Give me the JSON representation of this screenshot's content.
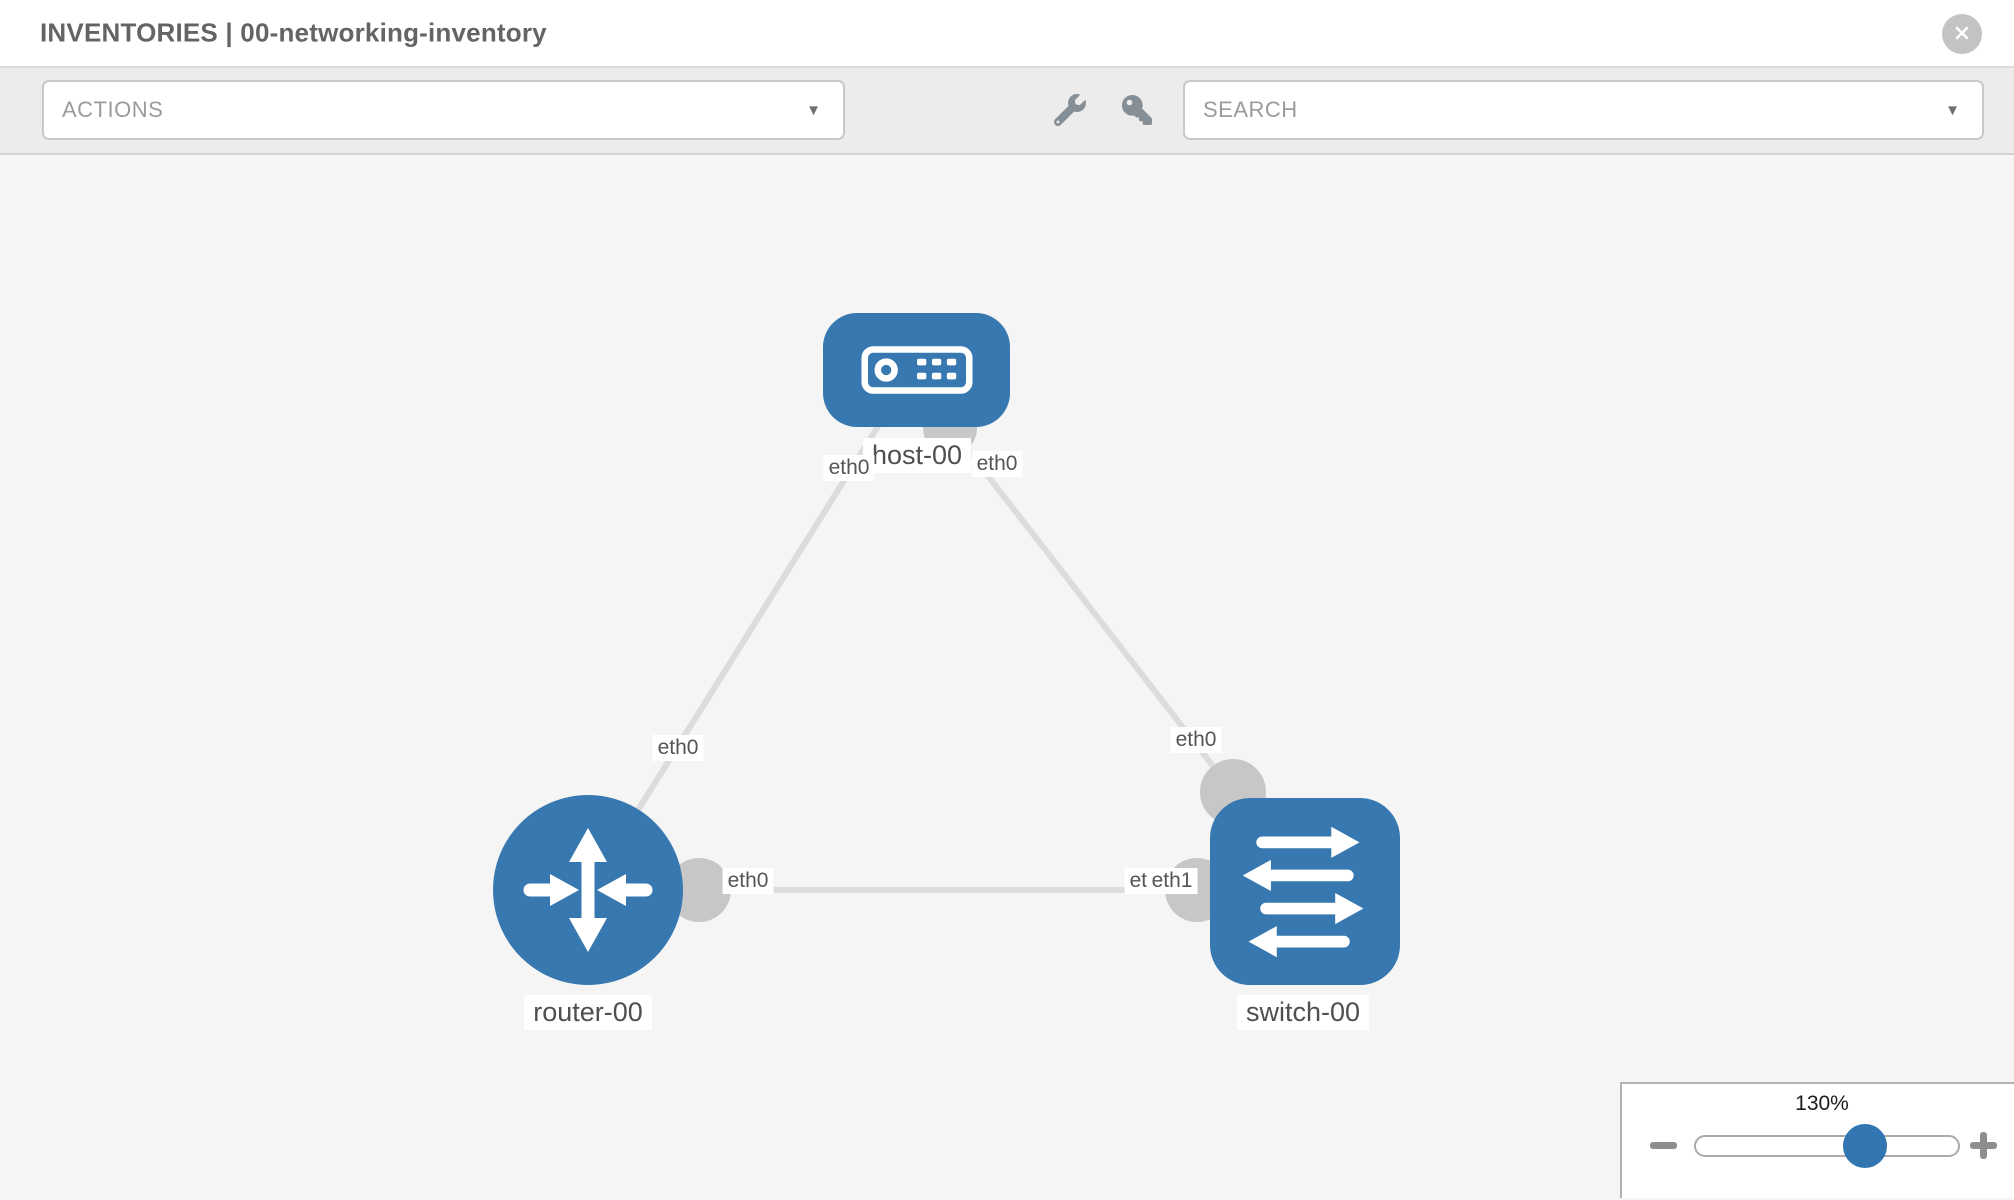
{
  "header": {
    "title": "INVENTORIES | 00-networking-inventory",
    "close_glyph": "✕"
  },
  "toolbar": {
    "actions_dropdown": {
      "label": "ACTIONS",
      "caret_glyph": "▼"
    },
    "search_dropdown": {
      "label": "SEARCH",
      "caret_glyph": "▼"
    },
    "wrench_icon": "wrench",
    "key_icon": "key"
  },
  "topology": {
    "nodes": [
      {
        "name": "host-00",
        "type": "host",
        "icon": "host-device-icon"
      },
      {
        "name": "router-00",
        "type": "router",
        "icon": "router-arrows-icon"
      },
      {
        "name": "switch-00",
        "type": "switch",
        "icon": "switch-arrows-icon"
      }
    ],
    "links": [
      {
        "source": "router-00",
        "source_interface": "eth0",
        "target": "host-00",
        "target_interface": "eth0"
      },
      {
        "source": "host-00",
        "source_interface": "eth0",
        "target": "switch-00",
        "target_interface": "eth0"
      },
      {
        "source": "router-00",
        "source_interface": "eth0",
        "target": "switch-00",
        "target_interface": "eth1"
      }
    ],
    "interface_labels": {
      "host_left": "eth0",
      "host_right": "eth0",
      "router_uplink": "eth0",
      "switch_uplink": "eth0",
      "router_right": "eth0",
      "switch_left_under": "eth0",
      "switch_left_over": "eth1"
    }
  },
  "zoom_control": {
    "level": "130%",
    "slider_position_pct": 64
  },
  "colors": {
    "node_blue": "#3778b0",
    "slider_thumb_blue": "#3276b1",
    "link_gray": "#dcdcdc",
    "interface_dot_gray": "#c7c7c7",
    "canvas_bg": "#f5f5f5",
    "toolbar_bg": "#ececec"
  }
}
